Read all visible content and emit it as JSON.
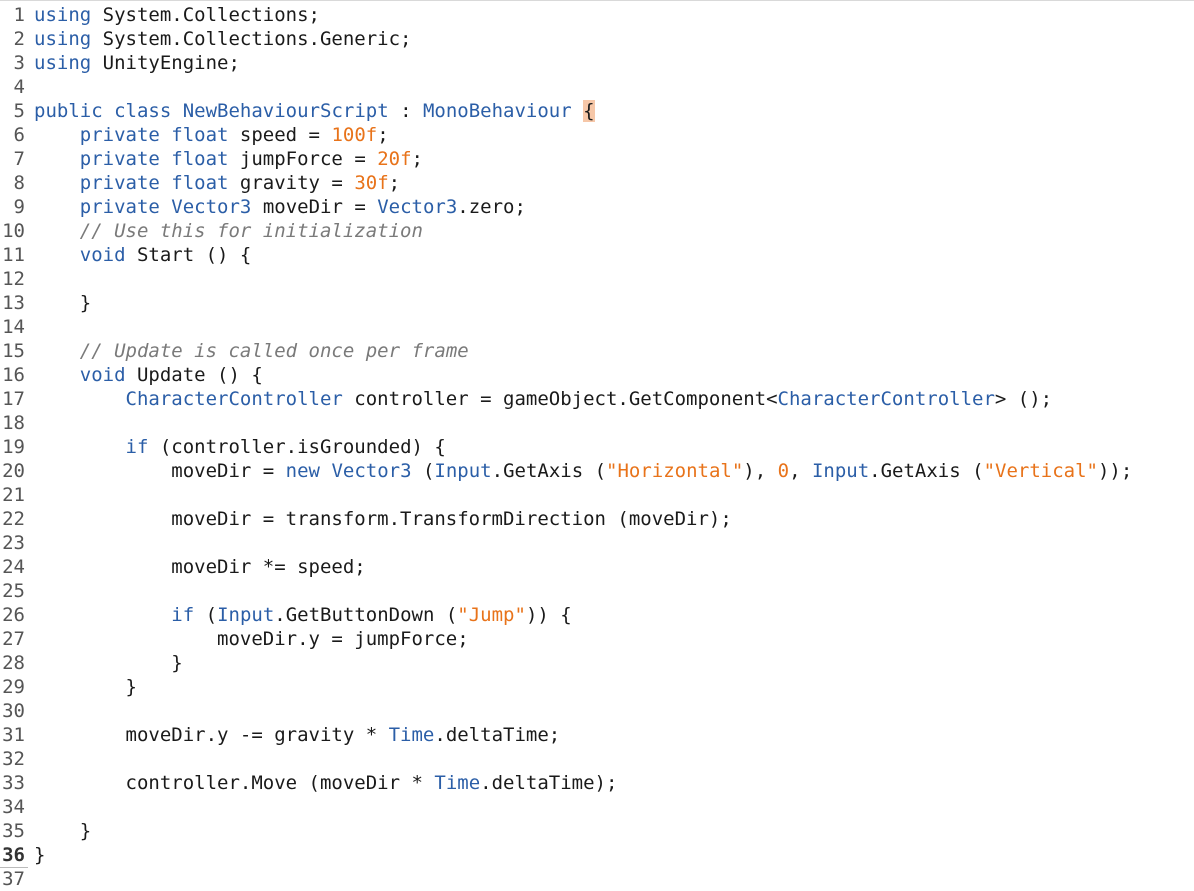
{
  "editor": {
    "current_line": 36,
    "lines": [
      {
        "n": "1",
        "tokens": [
          [
            "kw",
            "using"
          ],
          [
            "p",
            " System.Collections;"
          ]
        ]
      },
      {
        "n": "2",
        "tokens": [
          [
            "kw",
            "using"
          ],
          [
            "p",
            " System.Collections.Generic;"
          ]
        ]
      },
      {
        "n": "3",
        "tokens": [
          [
            "kw",
            "using"
          ],
          [
            "p",
            " UnityEngine;"
          ]
        ]
      },
      {
        "n": "4",
        "tokens": []
      },
      {
        "n": "5",
        "tokens": [
          [
            "kw",
            "public class"
          ],
          [
            "p",
            " "
          ],
          [
            "ty",
            "NewBehaviourScript"
          ],
          [
            "p",
            " : "
          ],
          [
            "ty",
            "MonoBehaviour"
          ],
          [
            "p",
            " "
          ],
          [
            "hl",
            "{"
          ]
        ]
      },
      {
        "n": "6",
        "tokens": [
          [
            "p",
            "    "
          ],
          [
            "kw",
            "private float"
          ],
          [
            "p",
            " speed = "
          ],
          [
            "num",
            "100f"
          ],
          [
            "p",
            ";"
          ]
        ]
      },
      {
        "n": "7",
        "tokens": [
          [
            "p",
            "    "
          ],
          [
            "kw",
            "private float"
          ],
          [
            "p",
            " jumpForce = "
          ],
          [
            "num",
            "20f"
          ],
          [
            "p",
            ";"
          ]
        ]
      },
      {
        "n": "8",
        "tokens": [
          [
            "p",
            "    "
          ],
          [
            "kw",
            "private float"
          ],
          [
            "p",
            " gravity = "
          ],
          [
            "num",
            "30f"
          ],
          [
            "p",
            ";"
          ]
        ]
      },
      {
        "n": "9",
        "tokens": [
          [
            "p",
            "    "
          ],
          [
            "kw",
            "private"
          ],
          [
            "p",
            " "
          ],
          [
            "ty",
            "Vector3"
          ],
          [
            "p",
            " moveDir = "
          ],
          [
            "ty",
            "Vector3"
          ],
          [
            "p",
            ".zero;"
          ]
        ]
      },
      {
        "n": "10",
        "tokens": [
          [
            "p",
            "    "
          ],
          [
            "cm",
            "// Use this for initialization"
          ]
        ]
      },
      {
        "n": "11",
        "tokens": [
          [
            "p",
            "    "
          ],
          [
            "kw",
            "void"
          ],
          [
            "p",
            " Start () {"
          ]
        ]
      },
      {
        "n": "12",
        "tokens": []
      },
      {
        "n": "13",
        "tokens": [
          [
            "p",
            "    }"
          ]
        ]
      },
      {
        "n": "14",
        "tokens": []
      },
      {
        "n": "15",
        "tokens": [
          [
            "p",
            "    "
          ],
          [
            "cm",
            "// Update is called once per frame"
          ]
        ]
      },
      {
        "n": "16",
        "tokens": [
          [
            "p",
            "    "
          ],
          [
            "kw",
            "void"
          ],
          [
            "p",
            " Update () {"
          ]
        ]
      },
      {
        "n": "17",
        "tokens": [
          [
            "p",
            "        "
          ],
          [
            "ty",
            "CharacterController"
          ],
          [
            "p",
            " controller = gameObject.GetComponent<"
          ],
          [
            "ty",
            "CharacterController"
          ],
          [
            "p",
            "> ();"
          ]
        ]
      },
      {
        "n": "18",
        "tokens": []
      },
      {
        "n": "19",
        "tokens": [
          [
            "p",
            "        "
          ],
          [
            "kw",
            "if"
          ],
          [
            "p",
            " (controller.isGrounded) {"
          ]
        ]
      },
      {
        "n": "20",
        "tokens": [
          [
            "p",
            "            moveDir = "
          ],
          [
            "kw",
            "new"
          ],
          [
            "p",
            " "
          ],
          [
            "ty",
            "Vector3"
          ],
          [
            "p",
            " ("
          ],
          [
            "ty",
            "Input"
          ],
          [
            "p",
            ".GetAxis ("
          ],
          [
            "str",
            "\"Horizontal\""
          ],
          [
            "p",
            "), "
          ],
          [
            "num",
            "0"
          ],
          [
            "p",
            ", "
          ],
          [
            "ty",
            "Input"
          ],
          [
            "p",
            ".GetAxis ("
          ],
          [
            "str",
            "\"Vertical\""
          ],
          [
            "p",
            "));"
          ]
        ]
      },
      {
        "n": "21",
        "tokens": []
      },
      {
        "n": "22",
        "tokens": [
          [
            "p",
            "            moveDir = transform.TransformDirection (moveDir);"
          ]
        ]
      },
      {
        "n": "23",
        "tokens": []
      },
      {
        "n": "24",
        "tokens": [
          [
            "p",
            "            moveDir *= speed;"
          ]
        ]
      },
      {
        "n": "25",
        "tokens": []
      },
      {
        "n": "26",
        "tokens": [
          [
            "p",
            "            "
          ],
          [
            "kw",
            "if"
          ],
          [
            "p",
            " ("
          ],
          [
            "ty",
            "Input"
          ],
          [
            "p",
            ".GetButtonDown ("
          ],
          [
            "str",
            "\"Jump\""
          ],
          [
            "p",
            ")) {"
          ]
        ]
      },
      {
        "n": "27",
        "tokens": [
          [
            "p",
            "                moveDir.y = jumpForce;"
          ]
        ]
      },
      {
        "n": "28",
        "tokens": [
          [
            "p",
            "            }"
          ]
        ]
      },
      {
        "n": "29",
        "tokens": [
          [
            "p",
            "        }"
          ]
        ]
      },
      {
        "n": "30",
        "tokens": []
      },
      {
        "n": "31",
        "tokens": [
          [
            "p",
            "        moveDir.y -= gravity * "
          ],
          [
            "ty",
            "Time"
          ],
          [
            "p",
            ".deltaTime;"
          ]
        ]
      },
      {
        "n": "32",
        "tokens": []
      },
      {
        "n": "33",
        "tokens": [
          [
            "p",
            "        controller.Move (moveDir * "
          ],
          [
            "ty",
            "Time"
          ],
          [
            "p",
            ".deltaTime);"
          ]
        ]
      },
      {
        "n": "34",
        "tokens": []
      },
      {
        "n": "35",
        "tokens": [
          [
            "p",
            "    }"
          ]
        ]
      },
      {
        "n": "36",
        "tokens": [
          [
            "p",
            "}"
          ]
        ]
      },
      {
        "n": "37",
        "tokens": []
      }
    ]
  },
  "colors": {
    "keyword": "#2b5ea7",
    "type": "#2b5ea7",
    "number": "#e8731a",
    "string": "#e8731a",
    "comment": "#7a7a7a",
    "brace_highlight": "#f6c7a8"
  }
}
